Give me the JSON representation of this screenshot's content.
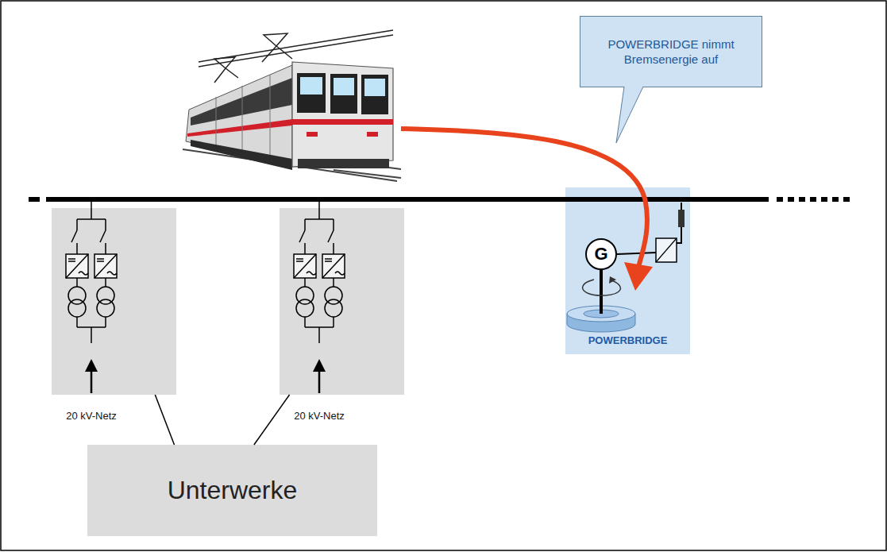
{
  "diagram": {
    "nodes": [
      {
        "text": [
          "POWERBRIDGE nimmt Bremsenergie auf"
        ]
      },
      {
        "text": [
          "20 kV-Netz"
        ]
      },
      {
        "text": [
          "20 kV-Netz"
        ]
      },
      {
        "text": [
          "Unterwerke"
        ]
      },
      {
        "text": [
          "POWERBRIDGE"
        ]
      },
      {
        "text": [
          "G"
        ],
        "in": 4
      }
    ],
    "edges": [
      {
        "from": 3,
        "to": 1,
        "arrow": "none"
      },
      {
        "from": 3,
        "to": 2,
        "arrow": "none"
      }
    ]
  }
}
